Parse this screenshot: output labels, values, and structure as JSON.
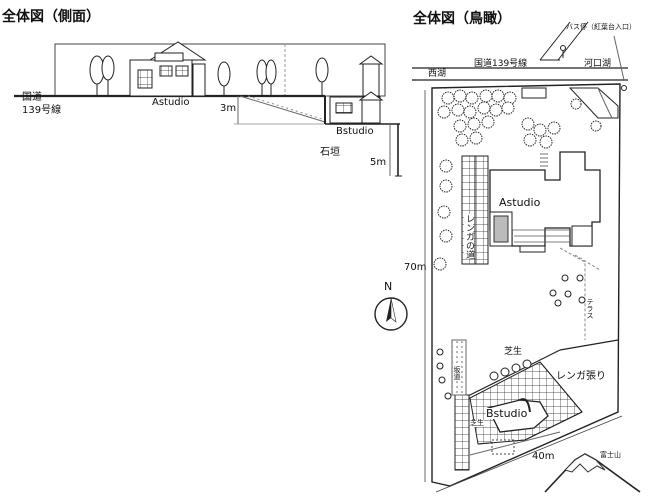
{
  "side_view": {
    "title": "全体図（側面）",
    "road_label_line1": "国道",
    "road_label_line2": "139号線",
    "astudio": "Astudio",
    "drop1": "3m",
    "bstudio": "Bstudio",
    "wall": "石垣",
    "drop2": "5m"
  },
  "top_view": {
    "title": "全体図（鳥瞰）",
    "bus_stop": "バス停（紅葉台入口）",
    "west_lake": "西湖",
    "route": "国道139号線",
    "kawaguchi_lake": "河口湖",
    "astudio": "Astudio",
    "brick_path": "レンガの道",
    "terrace": "テラス",
    "height": "70m",
    "north": "N",
    "lawn1": "芝生",
    "slope": "坂道",
    "brick_paved": "レンガ張り",
    "bstudio": "Bstudio",
    "lawn2": "芝生",
    "width": "40m",
    "fuji": "富士山"
  }
}
